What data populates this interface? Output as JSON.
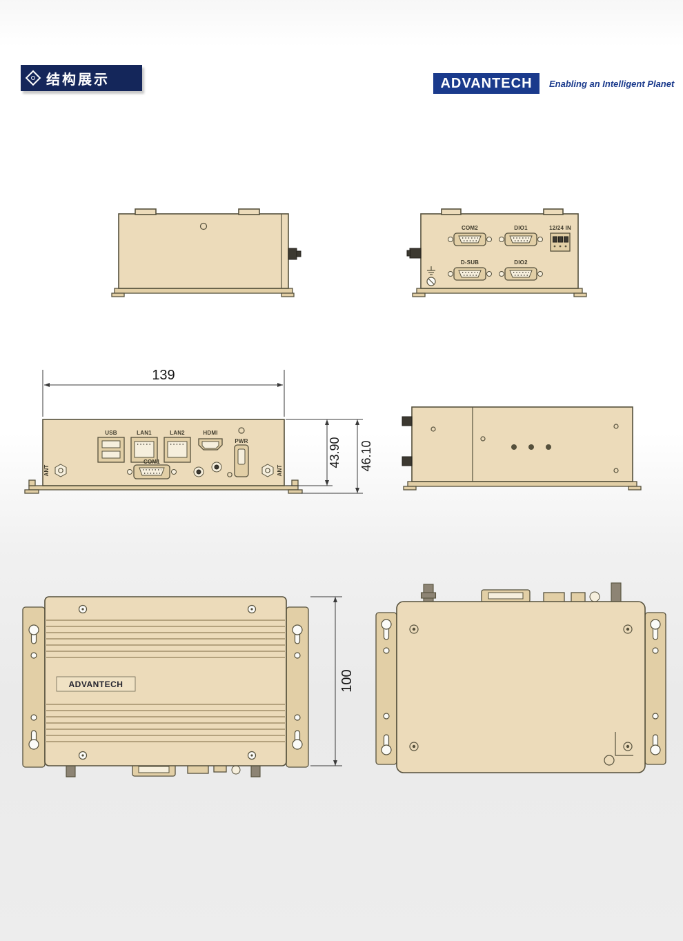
{
  "header": {
    "title": "结构展示",
    "logo_text": "ADVANTECH",
    "tagline": "Enabling an Intelligent Planet"
  },
  "icons": {
    "header_icon": "diamond-ornament-icon"
  },
  "colors": {
    "banner_navy": "#14265a",
    "advantech_blue": "#1a3a8c",
    "device_beige": "#ecdbba"
  },
  "dimensions": {
    "width_mm": "139",
    "body_height_mm": "43.90",
    "overall_height_mm": "46.10",
    "depth_mm": "100"
  },
  "front_view": {
    "ant_left": "ANT",
    "usb": "USB",
    "lan1": "LAN1",
    "lan2": "LAN2",
    "hdmi": "HDMI",
    "pwr": "PWR",
    "com1": "COM1",
    "ant_right": "ANT"
  },
  "rear_view": {
    "com2": "COM2",
    "dio1": "DIO1",
    "power_in": "12/24 IN",
    "dsub": "D-SUB",
    "dio2": "DIO2"
  },
  "top_view": {
    "brand": "ADVANTECH"
  }
}
